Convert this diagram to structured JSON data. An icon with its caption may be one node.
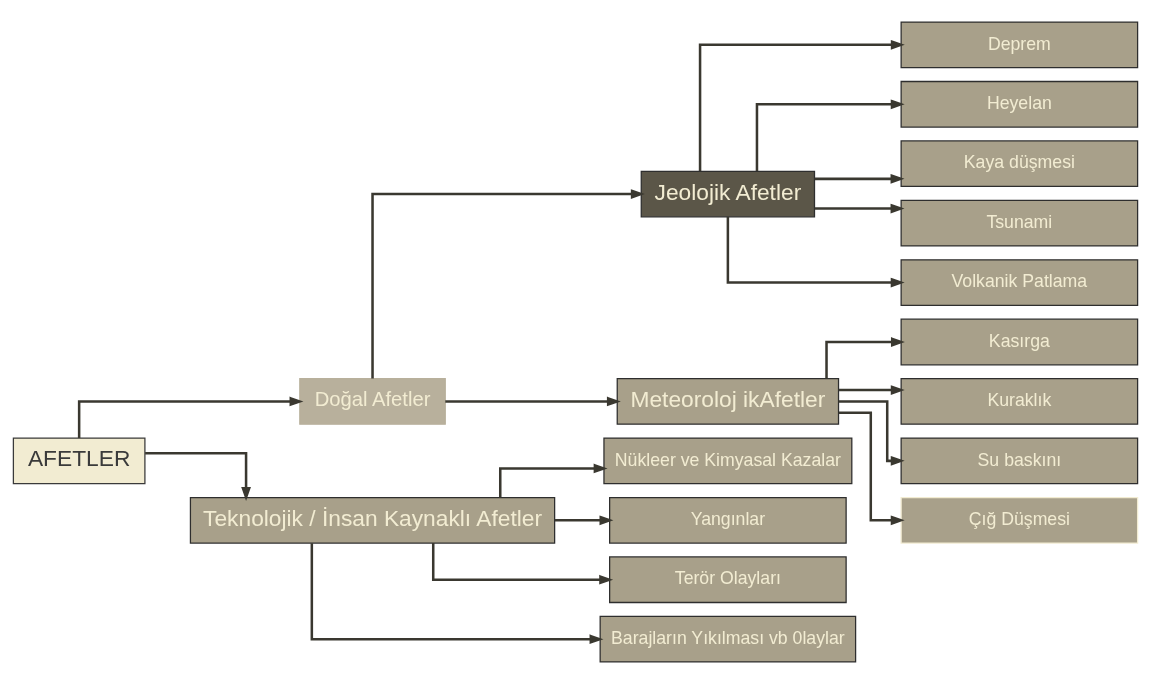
{
  "diagram": {
    "nodes": [
      {
        "text": [
          "AFETLER"
        ]
      },
      {
        "text": [
          "Doğal Afetler"
        ]
      },
      {
        "text": [
          "Teknolojik / İnsan Kaynaklı Afetler"
        ]
      },
      {
        "text": [
          "Jeolojik Afetler"
        ]
      },
      {
        "text": [
          "Meteoroloj ikAfetler"
        ]
      },
      {
        "text": [
          "Deprem"
        ]
      },
      {
        "text": [
          "Heyelan"
        ]
      },
      {
        "text": [
          "Kaya düşmesi"
        ]
      },
      {
        "text": [
          "Tsunami"
        ]
      },
      {
        "text": [
          "Volkanik Patlama"
        ]
      },
      {
        "text": [
          "Kasırga"
        ]
      },
      {
        "text": [
          "Kuraklık"
        ]
      },
      {
        "text": [
          "Su baskını"
        ]
      },
      {
        "text": [
          "Çığ Düşmesi"
        ]
      },
      {
        "text": [
          "Nükleer ve Kimyasal Kazalar"
        ]
      },
      {
        "text": [
          "Yangınlar"
        ]
      },
      {
        "text": [
          "Terör Olayları"
        ]
      },
      {
        "text": [
          "Barajların Yıkılması vb 0laylar"
        ]
      }
    ],
    "edges": [
      {
        "from": 0,
        "to": 1,
        "arrow": "to"
      },
      {
        "from": 0,
        "to": 2,
        "arrow": "to"
      },
      {
        "from": 1,
        "to": 3,
        "arrow": "to"
      },
      {
        "from": 1,
        "to": 4,
        "arrow": "to"
      },
      {
        "from": 3,
        "to": 5,
        "arrow": "to"
      },
      {
        "from": 3,
        "to": 6,
        "arrow": "to"
      },
      {
        "from": 3,
        "to": 7,
        "arrow": "to"
      },
      {
        "from": 3,
        "to": 8,
        "arrow": "to"
      },
      {
        "from": 3,
        "to": 9,
        "arrow": "to"
      },
      {
        "from": 4,
        "to": 10,
        "arrow": "to"
      },
      {
        "from": 4,
        "to": 11,
        "arrow": "to"
      },
      {
        "from": 4,
        "to": 12,
        "arrow": "to"
      },
      {
        "from": 4,
        "to": 13,
        "arrow": "to"
      },
      {
        "from": 2,
        "to": 14,
        "arrow": "to"
      },
      {
        "from": 2,
        "to": 15,
        "arrow": "to"
      },
      {
        "from": 2,
        "to": 16,
        "arrow": "to"
      },
      {
        "from": 2,
        "to": 17,
        "arrow": "to"
      }
    ]
  }
}
